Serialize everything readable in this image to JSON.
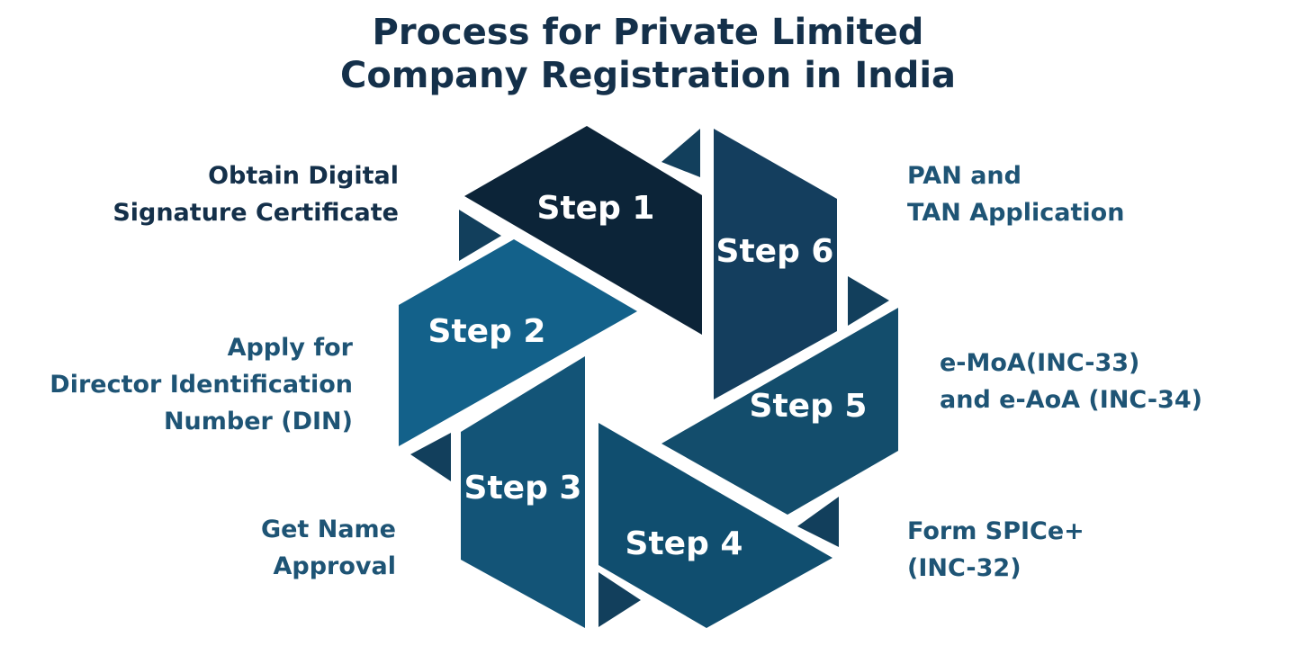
{
  "title": {
    "line1": "Process for Private Limited",
    "line2": "Company Registration in India"
  },
  "colors": {
    "title": "#14304a",
    "label_dark": "#14304a",
    "label_blue": "#1e5475",
    "step1": "#0c2438",
    "step2": "#13618a",
    "step3": "#135477",
    "step4": "#104e6f",
    "step5": "#134d6c",
    "step6": "#143e5e",
    "corner": "#123f5c"
  },
  "steps": [
    {
      "id": 1,
      "label": "Step 1",
      "description": [
        "Obtain Digital",
        "Signature Certificate"
      ]
    },
    {
      "id": 2,
      "label": "Step 2",
      "description": [
        "Apply for",
        "Director Identification",
        "Number (DIN)"
      ]
    },
    {
      "id": 3,
      "label": "Step 3",
      "description": [
        "Get Name",
        "Approval"
      ]
    },
    {
      "id": 4,
      "label": "Step 4",
      "description": [
        "Form SPICe+",
        "(INC-32)"
      ]
    },
    {
      "id": 5,
      "label": "Step 5",
      "description": [
        "e-MoA(INC-33)",
        "and e-AoA (INC-34)"
      ]
    },
    {
      "id": 6,
      "label": "Step 6",
      "description": [
        "PAN and",
        "TAN Application"
      ]
    }
  ]
}
